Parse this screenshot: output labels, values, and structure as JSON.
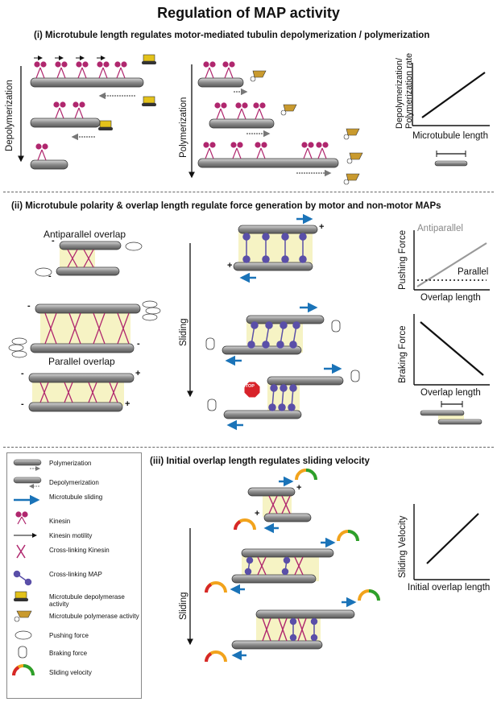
{
  "title": "Regulation of MAP activity",
  "section1": {
    "heading": "(i) Microtubule length regulates motor-mediated tubulin depolymerization / polymerization",
    "depolymerization_label": "Depolymerization",
    "polymerization_label": "Polymerization",
    "chart": {
      "ylabel_line1": "Depolymerization/",
      "ylabel_line2": "Polymerization rate",
      "xlabel": "Microtubule length"
    }
  },
  "section2": {
    "heading": "(ii) Microtubule polarity & overlap length regulate force generation by motor and non-motor MAPs",
    "antiparallel_title": "Antiparallel overlap",
    "parallel_title": "Parallel overlap",
    "sliding_label": "Sliding",
    "stop_label": "STOP",
    "pushing_chart": {
      "ylabel": "Pushing Force",
      "xlabel": "Overlap length",
      "series": [
        "Antiparallel",
        "Parallel"
      ]
    },
    "braking_chart": {
      "ylabel": "Braking Force",
      "xlabel": "Overlap length"
    }
  },
  "section3": {
    "heading": "(iii) Initial overlap length regulates sliding velocity",
    "sliding_label": "Sliding",
    "chart": {
      "ylabel": "Sliding Velocity",
      "xlabel": "Initial overlap length"
    }
  },
  "polarity": {
    "plus": "+",
    "minus": "-"
  },
  "legend": [
    {
      "icon": "polymerization-icon",
      "text": "Polymerization"
    },
    {
      "icon": "depolymerization-icon",
      "text": "Depolymerization"
    },
    {
      "icon": "microtubule-sliding-icon",
      "text": "Microtubule sliding"
    },
    {
      "icon": "kinesin-icon",
      "text": "Kinesin"
    },
    {
      "icon": "kinesin-motility-icon",
      "text": "Kinesin motility"
    },
    {
      "icon": "cross-linking-kinesin-icon",
      "text": "Cross-linking Kinesin"
    },
    {
      "icon": "cross-linking-map-icon",
      "text": "Cross-linking MAP"
    },
    {
      "icon": "depolymerase-bulldozer-icon",
      "text": "Microtubule depolymerase activity"
    },
    {
      "icon": "polymerase-wheelbarrow-icon",
      "text": "Microtubule polymerase activity"
    },
    {
      "icon": "pushing-hand-icon",
      "text": "Pushing force"
    },
    {
      "icon": "braking-hand-icon",
      "text": "Braking force"
    },
    {
      "icon": "speedometer-icon",
      "text": "Sliding velocity"
    }
  ],
  "colors": {
    "microtubule": "#8a8a8a",
    "kinesin": "#b0276e",
    "map": "#5a4fa8",
    "sliding_arrow": "#1a73b8",
    "overlap": "#f6f3c4"
  }
}
